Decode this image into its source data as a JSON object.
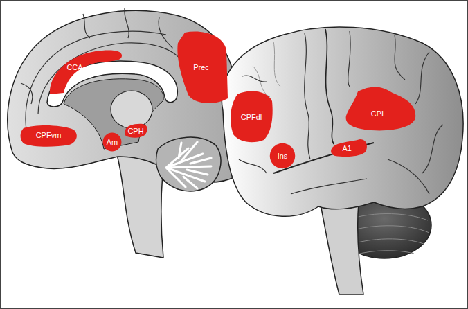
{
  "diagram": {
    "nodes": [
      {
        "text": [
          "CCA"
        ]
      },
      {
        "text": [
          "Prec"
        ]
      },
      {
        "text": [
          "CPFvm"
        ]
      },
      {
        "text": [
          "Am"
        ]
      },
      {
        "text": [
          "CPH"
        ]
      },
      {
        "text": [
          "CPFdl"
        ]
      },
      {
        "text": [
          "CPI"
        ]
      },
      {
        "text": [
          "Ins"
        ]
      },
      {
        "text": [
          "A1"
        ]
      }
    ]
  }
}
